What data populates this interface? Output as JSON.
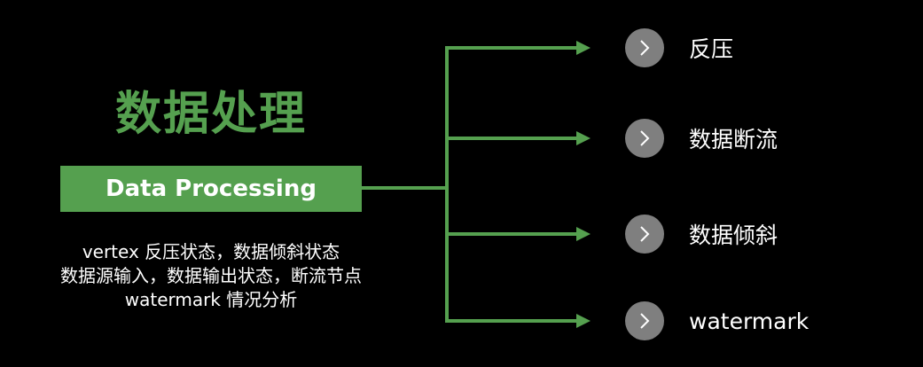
{
  "title": {
    "chinese": "数据处理",
    "english": "Data Processing"
  },
  "description": {
    "lines": [
      "vertex 反压状态，数据倾斜状态",
      "数据源输入，数据输出状态，断流节点",
      "watermark 情况分析"
    ]
  },
  "branches": [
    {
      "label": "反压",
      "icon": "chevron-right-icon"
    },
    {
      "label": "数据断流",
      "icon": "chevron-right-icon"
    },
    {
      "label": "数据倾斜",
      "icon": "chevron-right-icon"
    },
    {
      "label": "watermark",
      "icon": "chevron-right-icon"
    }
  ],
  "colors": {
    "accent_green": "#55a04f",
    "icon_circle": "#7f7f7f",
    "background": "#000000",
    "text": "#ffffff"
  }
}
